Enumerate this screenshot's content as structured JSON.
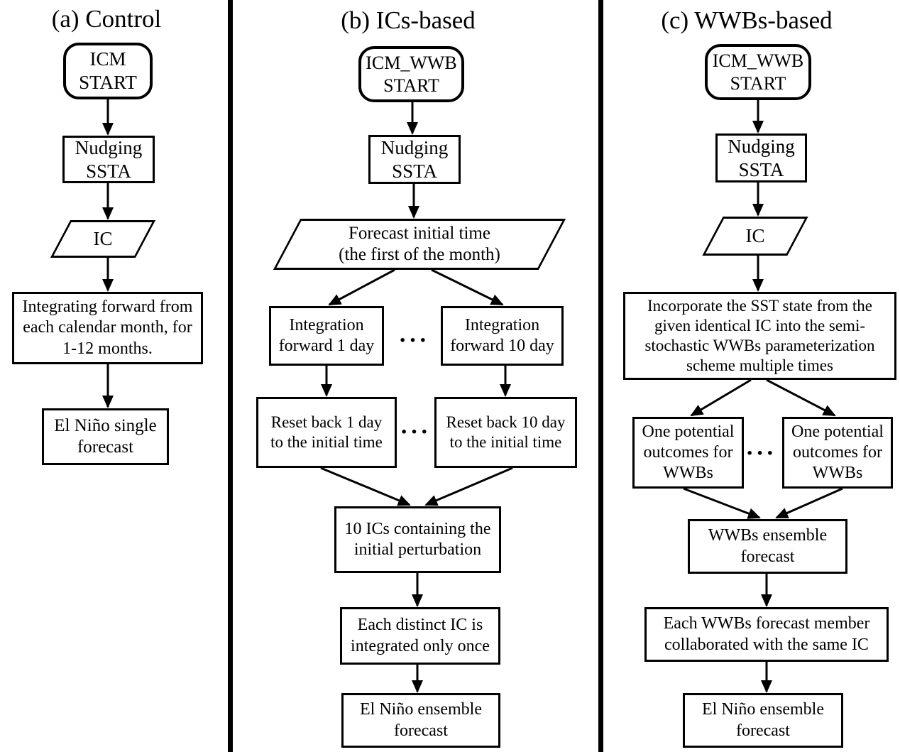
{
  "diagram": {
    "colors": {
      "line": "#000000",
      "text": "#000000",
      "background": "#ffffff"
    },
    "panels": {
      "a": {
        "title": "(a) Control",
        "nodes": {
          "start": "ICM\nSTART",
          "nudging": "Nudging\nSSTA",
          "ic": "IC",
          "integrating": "Integrating forward from\neach calendar month, for\n1-12 months.",
          "forecast": "El Niño single\nforecast"
        }
      },
      "b": {
        "title": "(b) ICs-based",
        "nodes": {
          "start": "ICM_WWB\nSTART",
          "nudging": "Nudging\nSSTA",
          "forecast_initial_time": "Forecast initial time\n(the first of the month)",
          "integration_1": "Integration\nforward 1 day",
          "integration_10": "Integration\nforward 10 day",
          "reset_1": "Reset back 1 day\nto the initial time",
          "reset_10": "Reset back 10 day\nto the initial time",
          "ten_ics": "10 ICs containing the\ninitial perturbation",
          "each_distinct": "Each distinct IC is\nintegrated only once",
          "ensemble": "El Niño ensemble\nforecast"
        },
        "dots1": "···",
        "dots2": "···"
      },
      "c": {
        "title": "(c) WWBs-based",
        "nodes": {
          "start": "ICM_WWB\nSTART",
          "nudging": "Nudging\nSSTA",
          "ic": "IC",
          "incorporate": "Incorporate the SST state from the\ngiven identical IC into the semi-\nstochastic WWBs parameterization\nscheme multiple times",
          "one_potential_left": "One potential\noutcomes for\nWWBs",
          "one_potential_right": "One potential\noutcomes for\nWWBs",
          "wwbs_ensemble": "WWBs ensemble\nforecast",
          "each_wwbs": "Each WWBs forecast member\ncollaborated with the same IC",
          "ensemble": "El Niño ensemble\nforecast"
        },
        "dots": "···"
      }
    },
    "edges": [
      {
        "from": "a.start",
        "to": "a.nudging"
      },
      {
        "from": "a.nudging",
        "to": "a.ic"
      },
      {
        "from": "a.ic",
        "to": "a.integrating"
      },
      {
        "from": "a.integrating",
        "to": "a.forecast"
      },
      {
        "from": "b.start",
        "to": "b.nudging"
      },
      {
        "from": "b.nudging",
        "to": "b.forecast_initial_time"
      },
      {
        "from": "b.forecast_initial_time",
        "to": "b.integration_1"
      },
      {
        "from": "b.forecast_initial_time",
        "to": "b.integration_10"
      },
      {
        "from": "b.integration_1",
        "to": "b.reset_1"
      },
      {
        "from": "b.integration_10",
        "to": "b.reset_10"
      },
      {
        "from": "b.reset_1",
        "to": "b.ten_ics"
      },
      {
        "from": "b.reset_10",
        "to": "b.ten_ics"
      },
      {
        "from": "b.ten_ics",
        "to": "b.each_distinct"
      },
      {
        "from": "b.each_distinct",
        "to": "b.ensemble"
      },
      {
        "from": "c.start",
        "to": "c.nudging"
      },
      {
        "from": "c.nudging",
        "to": "c.ic"
      },
      {
        "from": "c.ic",
        "to": "c.incorporate"
      },
      {
        "from": "c.incorporate",
        "to": "c.one_potential_left"
      },
      {
        "from": "c.incorporate",
        "to": "c.one_potential_right"
      },
      {
        "from": "c.one_potential_left",
        "to": "c.wwbs_ensemble"
      },
      {
        "from": "c.one_potential_right",
        "to": "c.wwbs_ensemble"
      },
      {
        "from": "c.wwbs_ensemble",
        "to": "c.each_wwbs"
      },
      {
        "from": "c.each_wwbs",
        "to": "c.ensemble"
      }
    ]
  }
}
